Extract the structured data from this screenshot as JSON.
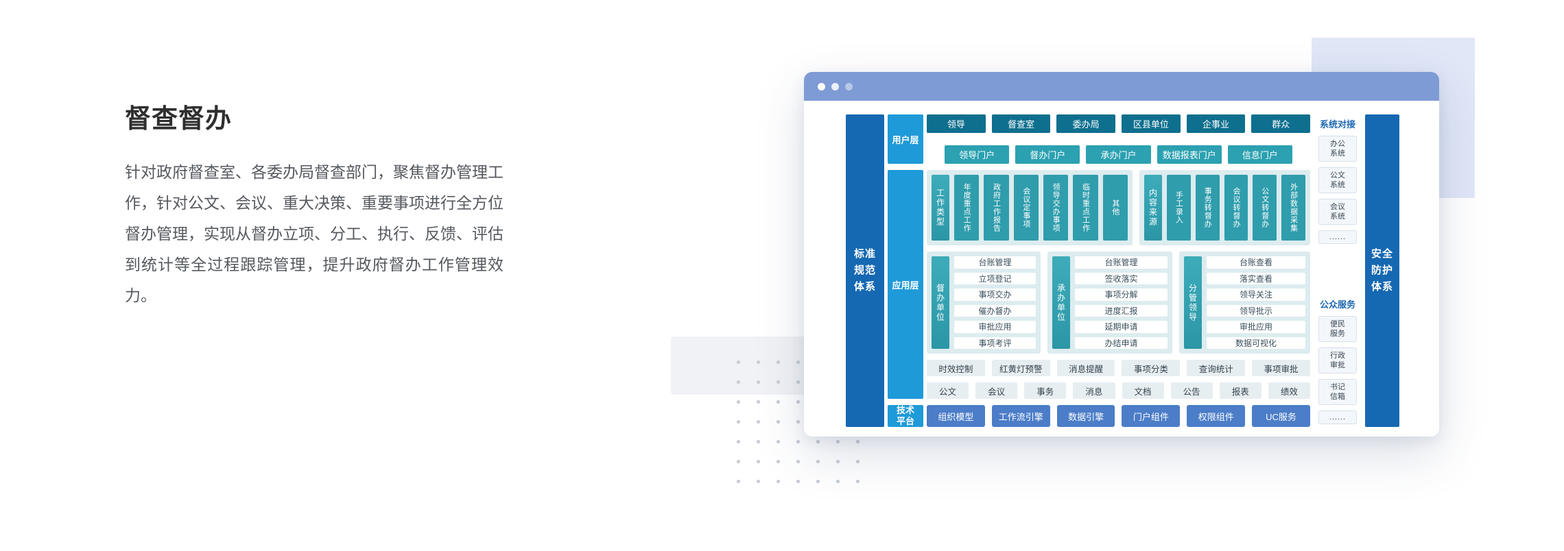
{
  "intro": {
    "title": "督查督办",
    "description": "针对政府督查室、各委办局督查部门，聚焦督办管理工作，针对公文、会议、重大决策、重要事项进行全方位督办管理，实现从督办立项、分工、执行、反馈、评估到统计等全过程跟踪管理，提升政府督办工作管理效力。"
  },
  "colors": {
    "titlebar": "#7f9bd5",
    "pillar_blue": "#1568b2",
    "layer_strip_blue": "#1f9ad8",
    "role_teal_dark": "#0e6f8e",
    "portal_teal": "#2ba1b1",
    "group_teal": "#2f9dac",
    "group_panel": "#dcecef",
    "light_chip": "#e7eef1",
    "tech_blue": "#4b7dc8",
    "panel_title_blue": "#1e68b2",
    "decor_lavender": "#e0e7f7",
    "decor_gray": "#f1f2f5"
  },
  "diagram": {
    "left_pillar": "标准规范体系",
    "right_pillar": "安全防护体系",
    "user_layer": {
      "label": "用户层",
      "roles": [
        "领导",
        "督查室",
        "委办局",
        "区县单位",
        "企事业",
        "群众"
      ],
      "portals": [
        "领导门户",
        "督办门户",
        "承办门户",
        "数据报表门户",
        "信息门户"
      ]
    },
    "app_layer": {
      "label": "应用层",
      "work_types": {
        "label": "工作类型",
        "items": [
          "年度重点工作",
          "政府工作报告",
          "会议定事项",
          "领导交办事项",
          "临时重点工作",
          "其他"
        ]
      },
      "content_sources": {
        "label": "内容来源",
        "items": [
          "手工录入",
          "事务转督办",
          "会议转督办",
          "公文转督办",
          "外部数据采集"
        ]
      },
      "supervise_unit": {
        "label": "督办单位",
        "items": [
          "台账管理",
          "立项登记",
          "事项交办",
          "催办督办",
          "审批应用",
          "事项考评"
        ]
      },
      "undertake_unit": {
        "label": "承办单位",
        "items": [
          "台账管理",
          "签收落实",
          "事项分解",
          "进度汇报",
          "延期申请",
          "办结申请"
        ]
      },
      "charge_leader": {
        "label": "分管领导",
        "items": [
          "台账查看",
          "落实查看",
          "领导关注",
          "领导批示",
          "审批应用",
          "数据可视化"
        ]
      },
      "capabilities": [
        "时效控制",
        "红黄灯预警",
        "消息提醒",
        "事项分类",
        "查询统计",
        "事项审批"
      ],
      "resources": [
        "公文",
        "会议",
        "事务",
        "消息",
        "文档",
        "公告",
        "报表",
        "绩效"
      ]
    },
    "tech_layer": {
      "label": "技术平台",
      "items": [
        "组织模型",
        "工作流引擎",
        "数据引擎",
        "门户组件",
        "权限组件",
        "UC服务"
      ]
    },
    "side_panel": {
      "sections": [
        {
          "title": "系统对接",
          "items": [
            "办公系统",
            "公文系统",
            "会议系统",
            "......"
          ]
        },
        {
          "title": "公众服务",
          "items": [
            "便民服务",
            "行政审批",
            "书记信箱",
            "......"
          ]
        }
      ]
    }
  }
}
